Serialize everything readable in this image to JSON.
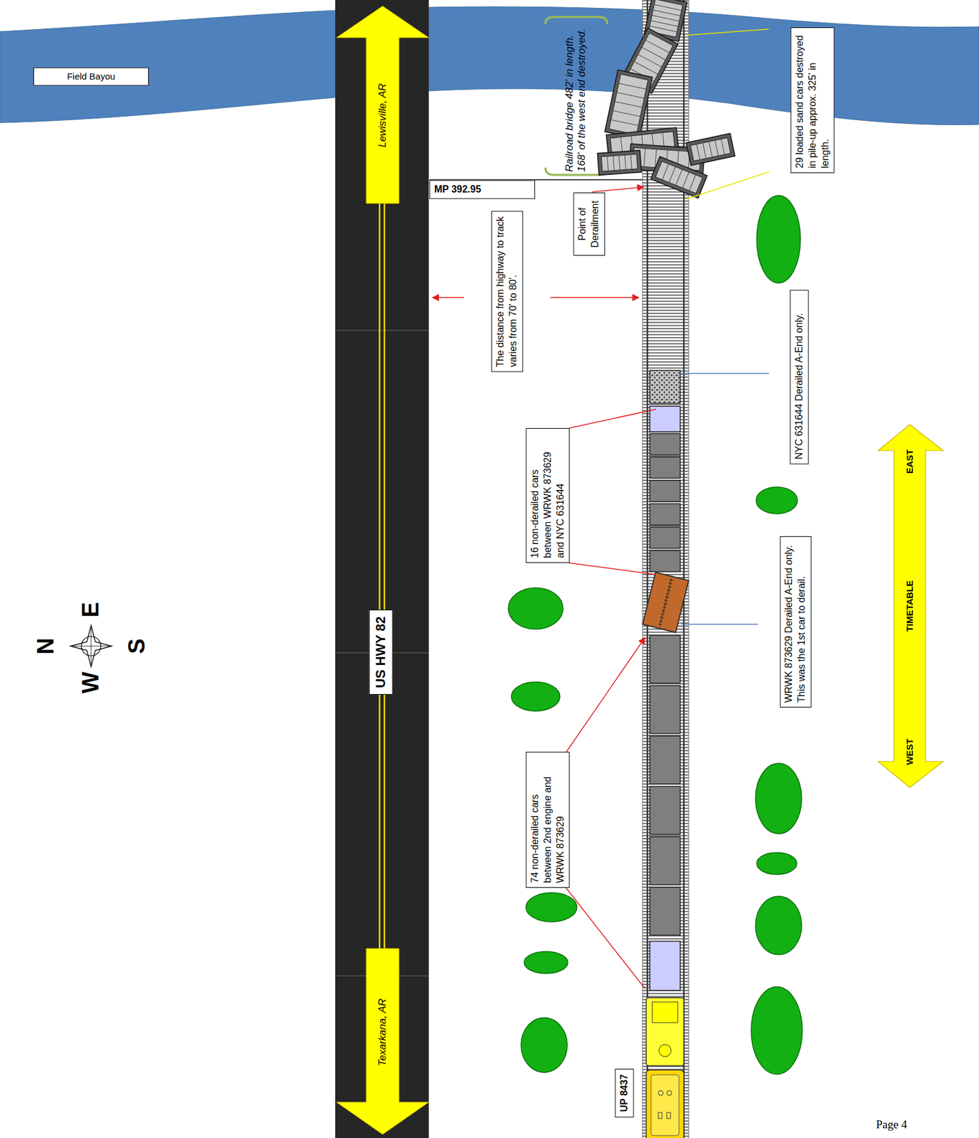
{
  "diagram": {
    "nodes": [
      {
        "text": [
          "Field Bayou"
        ]
      },
      {
        "text": [
          "29 loaded sand cars destroyed in pile-up approx. 325' in length."
        ]
      },
      {
        "text": [
          "MP 392.95"
        ]
      },
      {
        "text": [
          "Point of Derailment"
        ]
      },
      {
        "text": [
          "The distance from highway to track varies from 70' to 80'."
        ]
      },
      {
        "text": [
          "NYC 631644 Derailed A-End only."
        ]
      },
      {
        "text": [
          "16 non-derailed cars between WRWK 873629 and NYC 631644"
        ]
      },
      {
        "text": [
          "US HWY 82"
        ]
      },
      {
        "text": [
          "WRWK 873629 Derailed A-End only. This was the 1st car to derail."
        ]
      },
      {
        "text": [
          "74 non-derailed cars between 2nd engine and WRWK 873629"
        ]
      },
      {
        "text": [
          "UP 8437"
        ]
      }
    ],
    "labels": [
      "Lewisville, AR",
      "Railroad bridge 482' in length. 168' of the west end destroyed.",
      "Texarkana, AR",
      "EAST",
      "TIMETABLE",
      "WEST",
      "N",
      "E",
      "S",
      "W",
      "Page 4"
    ]
  }
}
